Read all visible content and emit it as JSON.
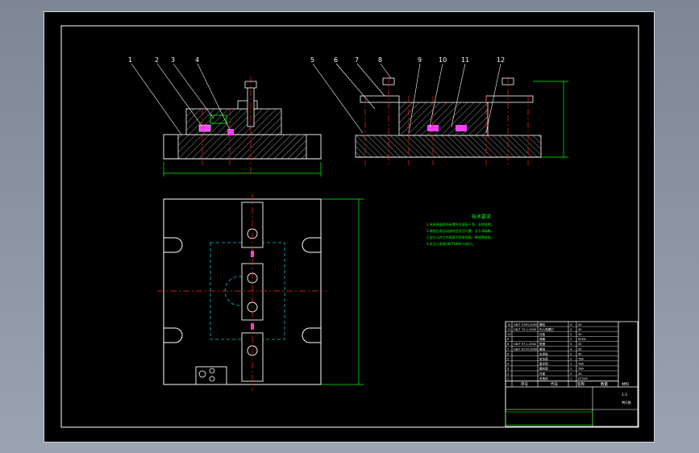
{
  "drawing": {
    "front_view_callouts": [
      "1",
      "2",
      "3",
      "4"
    ],
    "side_view_callouts": [
      "5",
      "6",
      "7",
      "8",
      "9",
      "10",
      "11",
      "12"
    ],
    "technical_requirements": {
      "title": "技术要求",
      "lines": [
        "1.夹具装配前所有零件应清洗干净，去除毛刺。",
        "2.装配后各运动部件应灵活可靠，无卡滞现象。",
        "3.定位元件工作表面不得有划痕、锈蚀等缺陷。",
        "4.未注公差按GB/T1804-m执行。"
      ]
    },
    "title_block": {
      "rows": [
        [
          "12",
          "GB/T 5783-2000",
          "螺栓",
          "4",
          "45"
        ],
        [
          "11",
          "GB/T 70.1-2000",
          "内六角螺钉",
          "4",
          "45"
        ],
        [
          "10",
          "",
          "压板",
          "2",
          "45"
        ],
        [
          "9",
          "",
          "弹簧",
          "2",
          "65Mn"
        ],
        [
          "8",
          "GB/T 97.1-2002",
          "垫圈",
          "4",
          "45"
        ],
        [
          "7",
          "GB/T 6170-2000",
          "螺母",
          "4",
          "45"
        ],
        [
          "6",
          "",
          "支承板",
          "2",
          "45"
        ],
        [
          "5",
          "",
          "定位销",
          "2",
          "T8A"
        ],
        [
          "4",
          "",
          "菱形销",
          "1",
          "T8A"
        ],
        [
          "3",
          "",
          "圆柱销",
          "1",
          "T8A"
        ],
        [
          "2",
          "",
          "衬套",
          "2",
          "45"
        ],
        [
          "1",
          "",
          "夹具体",
          "1",
          "HT200"
        ]
      ],
      "header": [
        "序号",
        "代号",
        "名称",
        "数量",
        "材料"
      ],
      "scale": "1:1",
      "sheet": "共1张"
    }
  }
}
